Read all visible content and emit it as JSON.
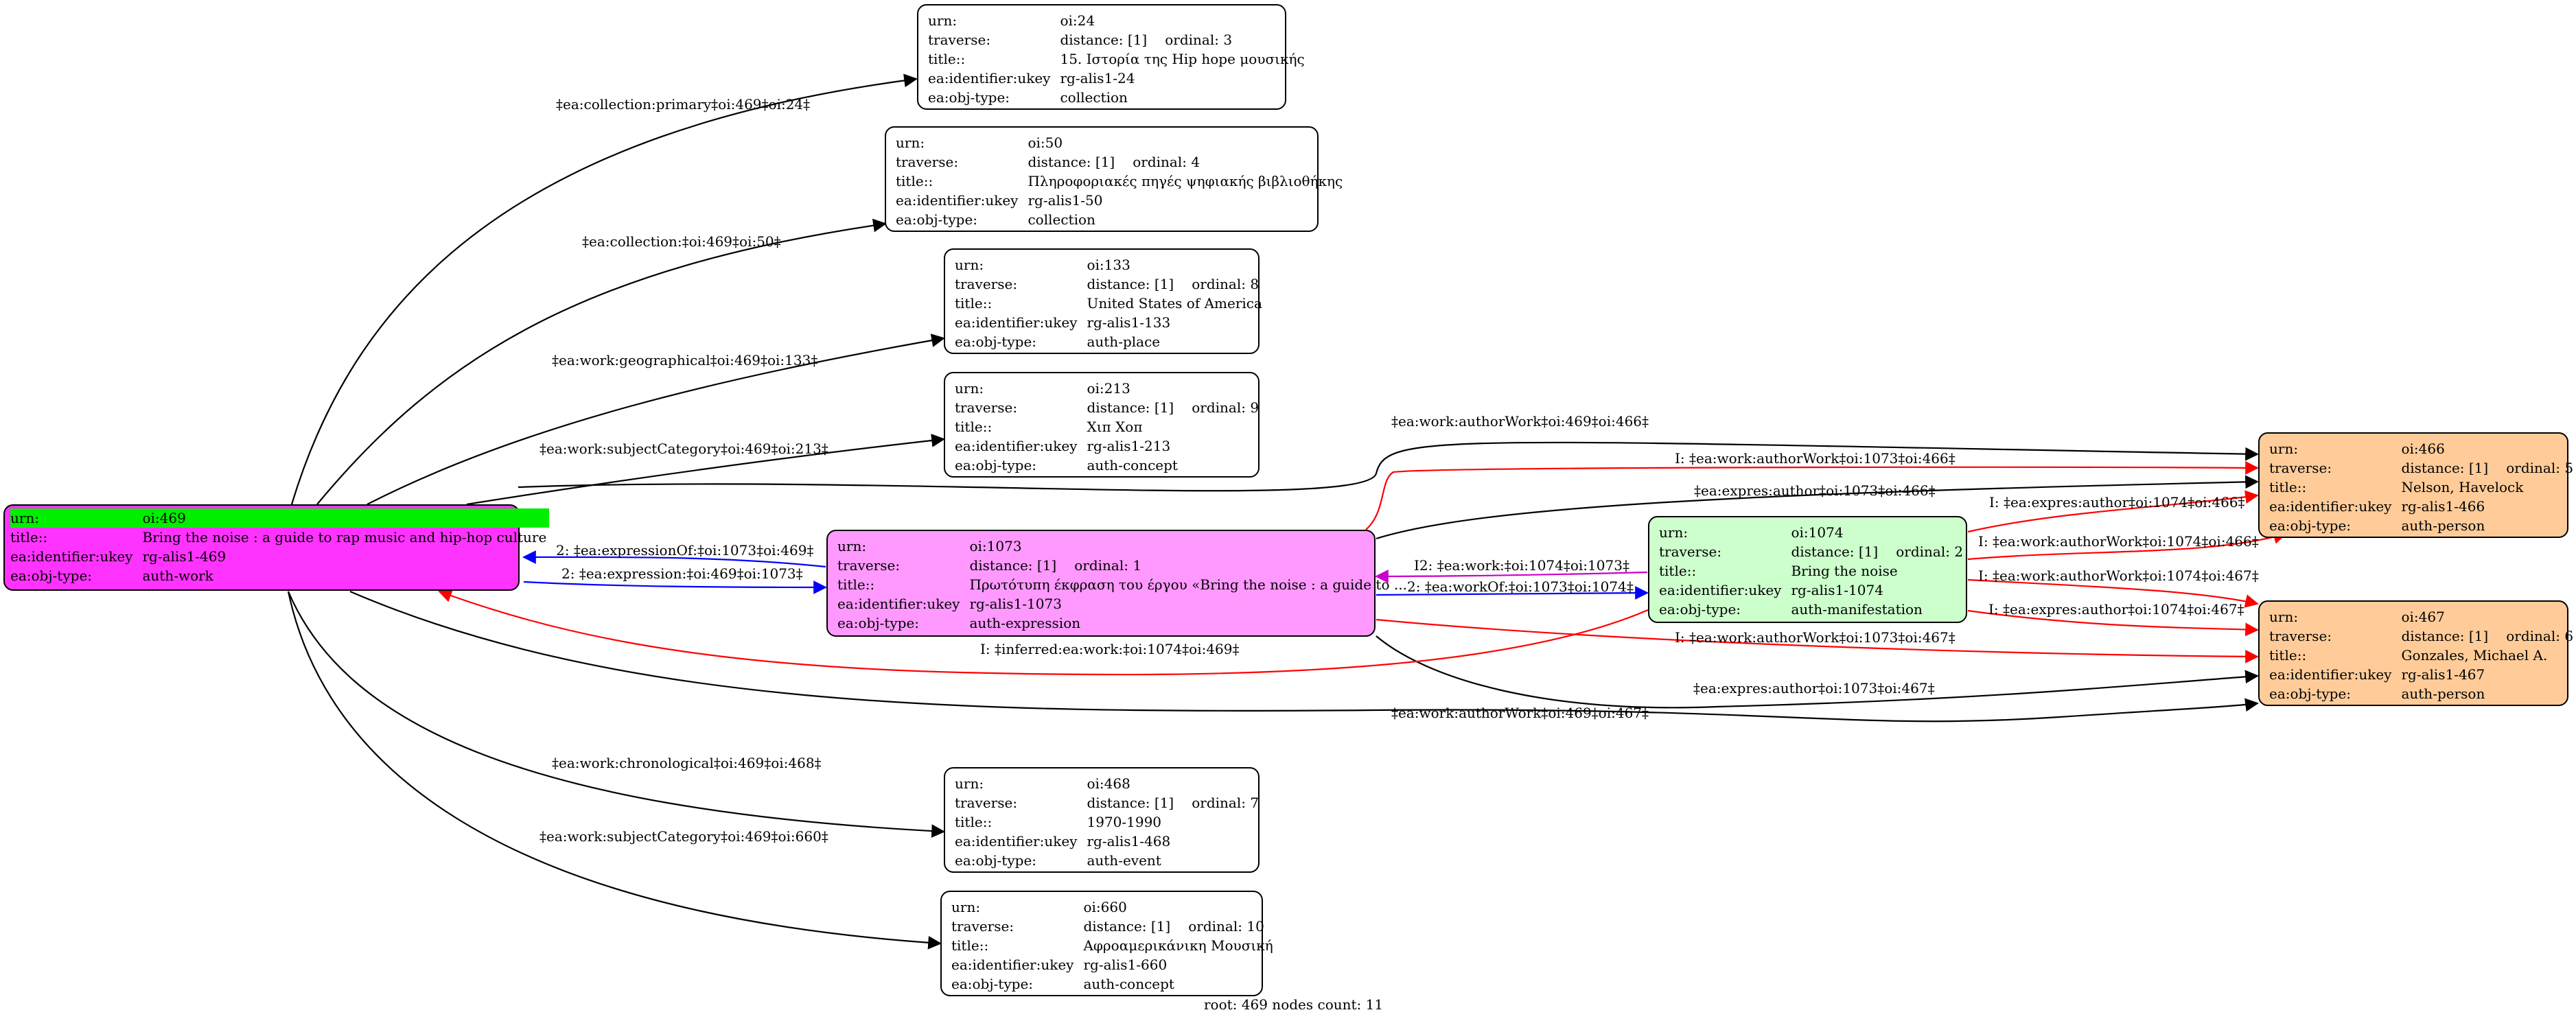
{
  "colors": {
    "work": "#ff33ff",
    "work_highlight": "#00ee00",
    "expression": "#ff99ff",
    "manifestation": "#ccffcc",
    "person": "#ffcc99",
    "edge_black": "#000000",
    "edge_blue": "#0000ff",
    "edge_red": "#ff0000",
    "edge_magenta": "#cc00cc"
  },
  "keys": {
    "urn": "urn:",
    "traverse": "traverse:",
    "title": "title::",
    "ukey": "ea:identifier:ukey",
    "objtype": "ea:obj-type:"
  },
  "nodes": {
    "n24": {
      "urn": "oi:24",
      "distance": "distance: [1]",
      "ordinal": "ordinal: 3",
      "title": "15. Ιστορία της Hip hope μουσικής",
      "ukey": "rg-alis1-24",
      "objtype": "collection"
    },
    "n50": {
      "urn": "oi:50",
      "distance": "distance: [1]",
      "ordinal": "ordinal: 4",
      "title": "Πληροφοριακές πηγές ψηφιακής βιβλιοθήκης",
      "ukey": "rg-alis1-50",
      "objtype": "collection"
    },
    "n133": {
      "urn": "oi:133",
      "distance": "distance: [1]",
      "ordinal": "ordinal: 8",
      "title": "United States of America",
      "ukey": "rg-alis1-133",
      "objtype": "auth-place"
    },
    "n213": {
      "urn": "oi:213",
      "distance": "distance: [1]",
      "ordinal": "ordinal: 9",
      "title": "Χιπ Χοπ",
      "ukey": "rg-alis1-213",
      "objtype": "auth-concept"
    },
    "n469": {
      "urn": "oi:469",
      "title": "Bring the noise : a guide to rap music and hip-hop culture",
      "ukey": "rg-alis1-469",
      "objtype": "auth-work"
    },
    "n1073": {
      "urn": "oi:1073",
      "distance": "distance: [1]",
      "ordinal": "ordinal: 1",
      "title": "Πρωτότυπη έκφραση του έργου «Bring the noise : a guide to ...",
      "ukey": "rg-alis1-1073",
      "objtype": "auth-expression"
    },
    "n1074": {
      "urn": "oi:1074",
      "distance": "distance: [1]",
      "ordinal": "ordinal: 2",
      "title": "Bring the noise",
      "ukey": "rg-alis1-1074",
      "objtype": "auth-manifestation"
    },
    "n466": {
      "urn": "oi:466",
      "distance": "distance: [1]",
      "ordinal": "ordinal: 5",
      "title": "Nelson, Havelock",
      "ukey": "rg-alis1-466",
      "objtype": "auth-person"
    },
    "n467": {
      "urn": "oi:467",
      "distance": "distance: [1]",
      "ordinal": "ordinal: 6",
      "title": "Gonzales, Michael A.",
      "ukey": "rg-alis1-467",
      "objtype": "auth-person"
    },
    "n468": {
      "urn": "oi:468",
      "distance": "distance: [1]",
      "ordinal": "ordinal: 7",
      "title": "1970-1990",
      "ukey": "rg-alis1-468",
      "objtype": "auth-event"
    },
    "n660": {
      "urn": "oi:660",
      "distance": "distance: [1]",
      "ordinal": "ordinal: 10",
      "title": "Αφροαμερικάνικη Μουσική",
      "ukey": "rg-alis1-660",
      "objtype": "auth-concept"
    }
  },
  "edge_labels": {
    "coll_primary": "‡ea:collection:primary‡oi:469‡oi:24‡",
    "coll": "‡ea:collection:‡oi:469‡oi:50‡",
    "geo": "‡ea:work:geographical‡oi:469‡oi:133‡",
    "subj213": "‡ea:work:subjectCategory‡oi:469‡oi:213‡",
    "authorwork466": "‡ea:work:authorWork‡oi:469‡oi:466‡",
    "i_authorwork_1073_466": "I: ‡ea:work:authorWork‡oi:1073‡oi:466‡",
    "expres_1073_466": "‡ea:expres:author‡oi:1073‡oi:466‡",
    "i_expres_1074_466": "I: ‡ea:expres:author‡oi:1074‡oi:466‡",
    "i_authorwork_1074_466": "I: ‡ea:work:authorWork‡oi:1074‡oi:466‡",
    "i_authorwork_1074_467": "I: ‡ea:work:authorWork‡oi:1074‡oi:467‡",
    "i_expres_1074_467": "I: ‡ea:expres:author‡oi:1074‡oi:467‡",
    "i_authorwork_1073_467": "I: ‡ea:work:authorWork‡oi:1073‡oi:467‡",
    "expres_1073_467": "‡ea:expres:author‡oi:1073‡oi:467‡",
    "authorwork467": "‡ea:work:authorWork‡oi:469‡oi:467‡",
    "expressionOf": "2: ‡ea:expressionOf:‡oi:1073‡oi:469‡",
    "expression": "2: ‡ea:expression:‡oi:469‡oi:1073‡",
    "i2_work": "I2: ‡ea:work:‡oi:1074‡oi:1073‡",
    "workOf": "2: ‡ea:workOf:‡oi:1073‡oi:1074‡",
    "inferred": "I: ‡inferred:ea:work:‡oi:1074‡oi:469‡",
    "chrono": "‡ea:work:chronological‡oi:469‡oi:468‡",
    "subj660": "‡ea:work:subjectCategory‡oi:469‡oi:660‡"
  },
  "footer": "root: 469 nodes count: 11"
}
